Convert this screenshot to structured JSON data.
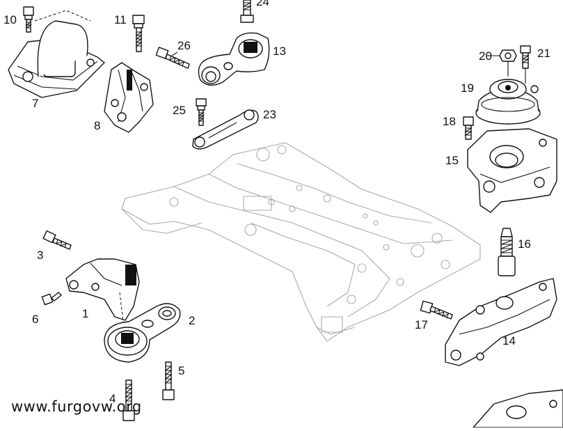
{
  "watermark": "www.furgovw.org",
  "callouts": [
    "1",
    "2",
    "3",
    "4",
    "5",
    "6",
    "7",
    "8",
    "10",
    "11",
    "13",
    "14",
    "15",
    "16",
    "17",
    "18",
    "19",
    "20",
    "21",
    "23",
    "24",
    "25",
    "26"
  ]
}
